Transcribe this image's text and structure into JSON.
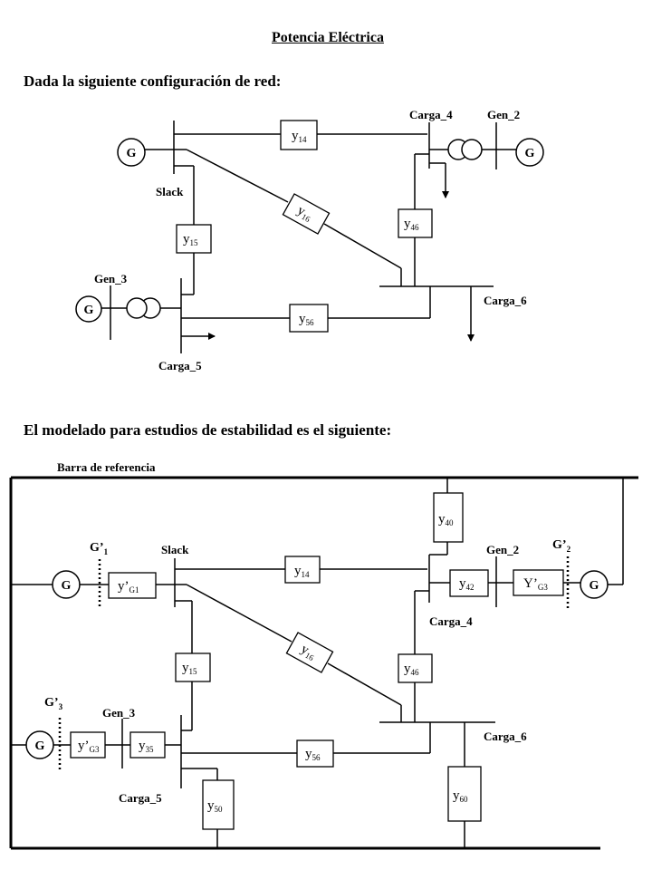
{
  "title": "Potencia Eléctrica",
  "heading1": "Dada la siguiente configuración de red:",
  "heading2": "El modelado para estudios de estabilidad es el siguiente:",
  "d1": {
    "carga4": "Carga_4",
    "gen2": "Gen_2",
    "slack": "Slack",
    "gen3": "Gen_3",
    "carga6": "Carga_6",
    "carga5": "Carga_5",
    "gen_symbol": "G",
    "y": "y",
    "y14": "14",
    "y16": "16",
    "y15": "15",
    "y46": "46",
    "y56": "56"
  },
  "d2": {
    "barra": "Barra de referencia",
    "g1": "G’",
    "g1sub": "1",
    "g2": "G’",
    "g2sub": "2",
    "g3": "G’",
    "g3sub": "3",
    "slack": "Slack",
    "gen2": "Gen_2",
    "carga4": "Carga_4",
    "gen3": "Gen_3",
    "carga6": "Carga_6",
    "carga5": "Carga_5",
    "gen_symbol": "G",
    "y": "y",
    "yp": "y’",
    "Yp": "Y’",
    "yg1": "G1",
    "yg3": "G3",
    "Yg3": "G3",
    "y40": "40",
    "y14": "14",
    "y42": "42",
    "y16": "16",
    "y15": "15",
    "y46": "46",
    "y35": "35",
    "y56": "56",
    "y50": "50",
    "y60": "60"
  }
}
